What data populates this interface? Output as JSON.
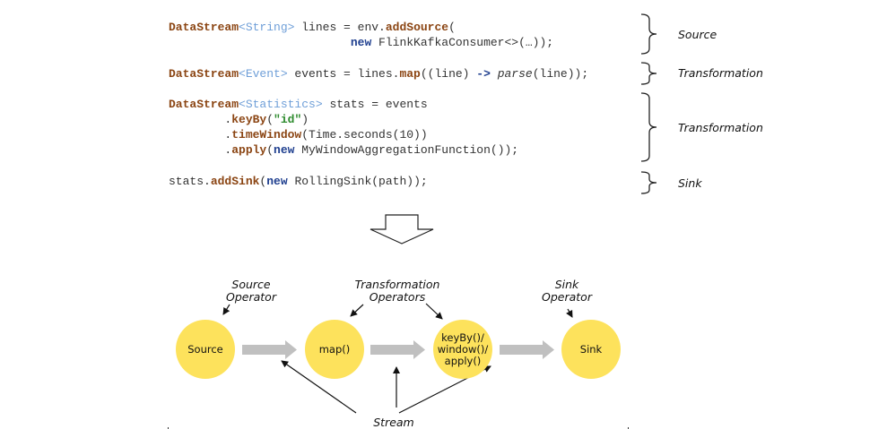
{
  "code": {
    "line1": {
      "kw": "DataStream",
      "type": "<String>",
      "rest": " lines = env.",
      "method": "addSource",
      "tail": "("
    },
    "line2": {
      "indent": "                          ",
      "new": "new",
      "rest": " FlinkKafkaConsumer<>(…));"
    },
    "line3": {
      "kw": "DataStream",
      "type": "<Event>",
      "rest": " events = lines.",
      "method": "map",
      "mid": "((line) ",
      "arrow": "->",
      "sp": " ",
      "italic": "parse",
      "tail": "(line));"
    },
    "line4": {
      "kw": "DataStream",
      "type": "<Statistics>",
      "rest": " stats = events"
    },
    "line5": {
      "indent": "        .",
      "method": "keyBy",
      "open": "(",
      "str": "\"id\"",
      "close": ")"
    },
    "line6": {
      "indent": "        .",
      "method": "timeWindow",
      "rest": "(Time.seconds(10))"
    },
    "line7": {
      "indent": "        .",
      "method": "apply",
      "open": "(",
      "new": "new",
      "rest": " MyWindowAggregationFunction());"
    },
    "line8": {
      "start": "stats.",
      "method": "addSink",
      "open": "(",
      "new": "new",
      "rest": " RollingSink(path));"
    }
  },
  "brackets": [
    {
      "label": "Source"
    },
    {
      "label": "Transformation"
    },
    {
      "label": "Transformation"
    },
    {
      "label": "Sink"
    }
  ],
  "diagram": {
    "nodes": [
      {
        "label": "Source"
      },
      {
        "label": "map()"
      },
      {
        "label": "keyBy()/\nwindow()/\napply()"
      },
      {
        "label": "Sink"
      }
    ],
    "annotations": {
      "source_operator": "Source\nOperator",
      "transformation_operators": "Transformation\nOperators",
      "sink_operator": "Sink\nOperator",
      "stream": "Stream"
    },
    "colors": {
      "node": "#fde25c",
      "stream_arrow": "#c0c0c0"
    }
  }
}
